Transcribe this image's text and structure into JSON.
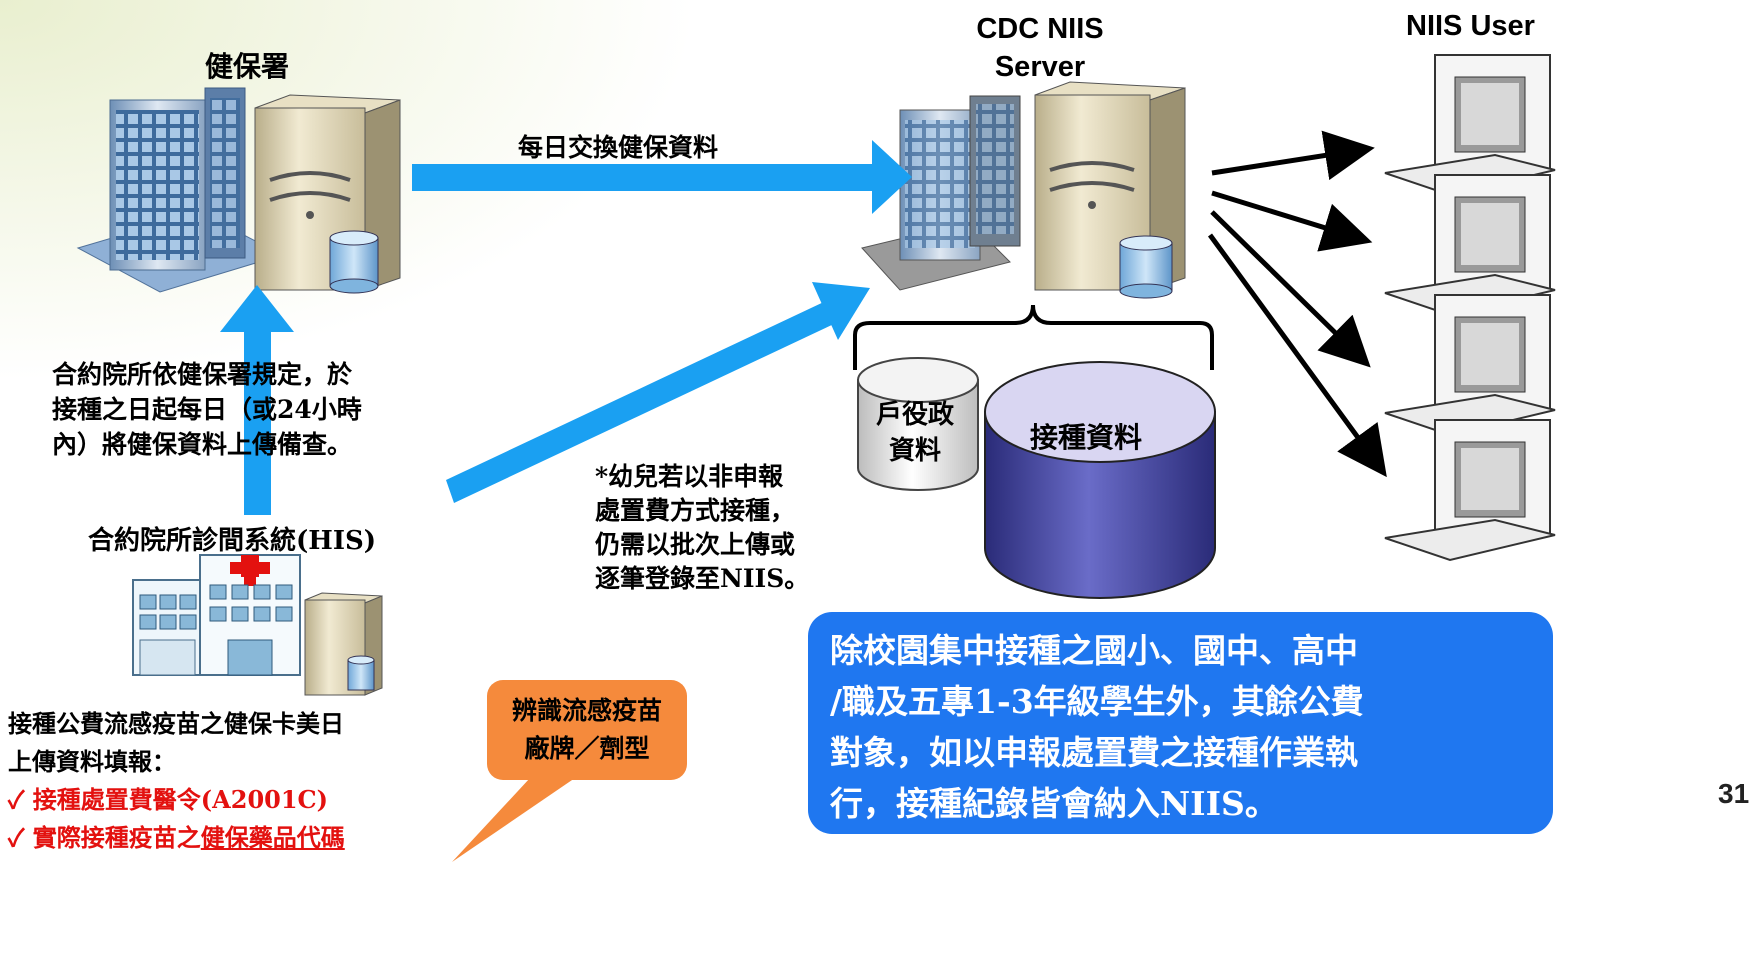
{
  "nodes": {
    "nhi_label": "健保署",
    "cdc_label_line1": "CDC NIIS",
    "cdc_label_line2": "Server",
    "niis_user_label": "NIIS User",
    "his_label": "合約院所診間系統(HIS)",
    "household_db_line1": "戶役政",
    "household_db_line2": "資料",
    "vaccination_db": "接種資料"
  },
  "edges": {
    "nhi_to_cdc": "每日交換健保資料",
    "his_to_nhi_lines": [
      "合約院所依健保署規定，於",
      "接種之日起每日（或24小時",
      "內）將健保資料上傳備查。"
    ],
    "his_to_cdc_lines": [
      "*幼兒若以非申報",
      "處置費方式接種，",
      "仍需以批次上傳或",
      "逐筆登錄至NIIS。"
    ]
  },
  "bottom_note": {
    "intro_line1": "接種公費流感疫苗之健保卡美日",
    "intro_line2": "上傳資料填報：",
    "item1": "接種處置費醫令(A2001C)",
    "item2_prefix": "實際接種疫苗之",
    "item2_underlined": "健保藥品代碼",
    "check": "✓"
  },
  "callout": {
    "line1": "辨識流感疫苗",
    "line2": "廠牌／劑型"
  },
  "info_box": {
    "line1": "除校園集中接種之國小、國中、高中",
    "line2": "/職及五專1-3年級學生外，其餘公費",
    "line3": "對象，如以申報處置費之接種作業執",
    "line4": "行，接種紀錄皆會納入NIIS。"
  },
  "page_number": "31",
  "colors": {
    "arrow_blue": "#1aa0f2",
    "callout_orange": "#f58a3c",
    "info_blue": "#1f77f0",
    "db_purple": "#4b4da0",
    "red_text": "#e3110f"
  }
}
